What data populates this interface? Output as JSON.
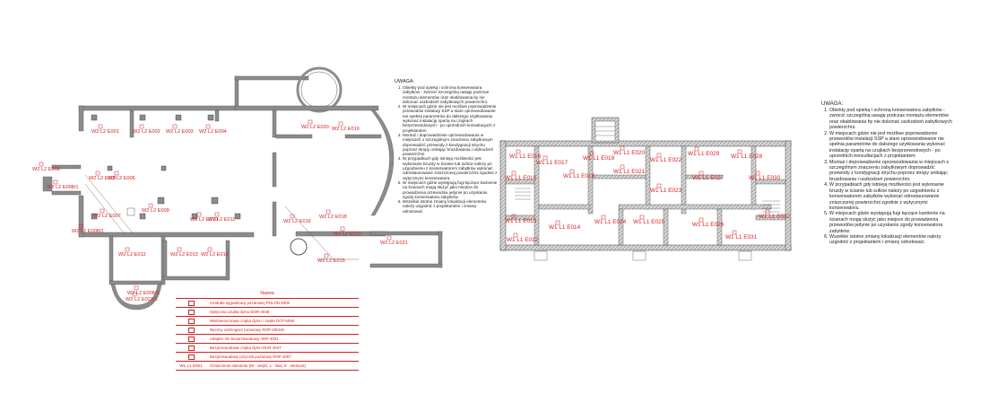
{
  "colors": {
    "wall": "#8c8c8c",
    "hatch": "#6e6e6e",
    "label": "#d42020",
    "line": "#444444"
  },
  "left_plan": {
    "labels": [
      "W2 L2 E001",
      "W2 L2 E002",
      "W2 L2 E003",
      "W2 L2 E004",
      "W2 L2 E020",
      "W2 L2 E019",
      "W2 L2 E005",
      "W2 L2 E006",
      "W2 L2 E007",
      "W2 L2 E008",
      "W2 L2 E009",
      "W2 L2 E010",
      "W2 L2 E011",
      "W2 L2 E016",
      "W2 L2 E018",
      "W2 L2 E017",
      "W2 L2 E012",
      "W2 L2 E013",
      "W2 L2 E014",
      "W2 L2 E015",
      "W2 L2 E021",
      "W2 L2 E008/1",
      "W2 L2 E008/2",
      "W2 L2 E008/3",
      "W2 L2 E021/1"
    ]
  },
  "right_plan": {
    "labels": [
      "W1 L1 E016",
      "W1 L1 E017",
      "W1 L1 E019",
      "W1 L1 E020",
      "W1 L1 E021",
      "W1 L1 E022",
      "W1 L1 E015",
      "W1 L1 E018",
      "W1 L1 E023",
      "W1 L1 E029",
      "W1 L1 E027",
      "W1 L1 E028",
      "W1 L1 E030",
      "W1 L1 E013",
      "W1 L1 E014",
      "W1 L1 E024",
      "W1 L1 E025",
      "W1 L1 E026",
      "W1 L1 E031",
      "W1 L1 E032",
      "W1 L1 E012"
    ]
  },
  "notes_left": {
    "heading": "UWAGA:",
    "items": [
      "Obiekty pod opieką i ochroną konserwatora zabytków - zwrócić szczególną uwagę podczas montażu elementów oraz okablowania by nie dokonać uszkodzeń zabytkowych powierzchni.",
      "W miejscach gdzie nie jest możliwe poprowadzenie przewodów instalacji SSP a stare oprzewodowanie nie spełnia parametrów do dalszego użytkowania wykonać instalację opartą na czujkach bezprzewodowych - po uprzednich konsultacjach z projektantem",
      "Montaż i doprowadzenie oprzewodowania w miejscach o szczególnym znaczeniu zabytkowym doprowadzić przewody z kondygnacji strychu poprzez stropy unikając bruzdowania i uszkodzeń powierzchni.",
      "W przypadkach gdy istnieją możliwości jest wykonanie bruzdy w ścianie lub suficie należy po uzgodnieniu z konserwatorem zabytków wykonać odrestaurowanie zniszczonej powierzchni zgodnie z wytycznymi konserwatora.",
      "W miejscach gdzie występują fugi łączące kamienie na ścianach mogą służyć jako miejsce do prowadzenia przewodów jedynie po uzyskaniu zgody konserwatora zabytków.",
      "Wszelkie istotne zmiany lokalizacji elementów należy uzgodnić z projektantem i zmiany odnotować."
    ]
  },
  "notes_right": {
    "heading": "UWAGA:",
    "items": [
      "Obiekty pod opieką i ochroną konserwatora zabytków - zwrócić szczególną uwagę podczas montażu elementów oraz okablowania by nie dokonać uszkodzeń zabytkowych powierzchni.",
      "W miejscach gdzie nie jest możliwe poprowadzenie przewodów instalacji SSP a stare oprzewodowanie nie spełnia parametrów do dalszego użytkowania wykonać instalację opartą na czujkach bezprzewodowych - po uprzednich konsultacjach z projektantem",
      "Montaż i doprowadzenie oprzewodowania w miejscach o szczególnym znaczeniu zabytkowym doprowadzić przewody z kondygnacji strychu poprzez stropy unikając bruzdowania i uszkodzeń powierzchni.",
      "W przypadkach gdy istnieją możliwości jest wykonanie bruzdy w ścianie lub suficie należy po uzgodnieniu z konserwatorem zabytków wykonać odrestaurowanie zniszczonej powierzchni zgodnie z wytycznymi konserwatora.",
      "W miejscach gdzie występują fugi łączące kamienie na ścianach mogą służyć jako miejsce do prowadzenia przewodów jedynie po uzyskaniu zgody konserwatora zabytków.",
      "Wszelkie istotne zmiany lokalizacji elementów należy uzgodnić z projektantem i zmiany odnotować."
    ]
  },
  "legend": {
    "heading": "Nazwa",
    "rows": [
      {
        "symbol": "box",
        "text": "Centrala sygnalizacji pożarowej POLON 6000"
      },
      {
        "symbol": "box",
        "text": "Optyczna czujka dymu DOR-4046"
      },
      {
        "symbol": "box",
        "text": "Wielosensorowa czujka dymu i ciepła DOT-6046"
      },
      {
        "symbol": "box",
        "text": "Ręczny ostrzegacz pożarowy ROP-4001M"
      },
      {
        "symbol": "box",
        "text": "Adapter i/m bezprzewodowy ADR-4001"
      },
      {
        "symbol": "box",
        "text": "Bezprzewodowa czujka dymu DUR 4047"
      },
      {
        "symbol": "box",
        "text": "Bezprzewodowy przycisk pożarowy ROP 4007"
      },
      {
        "symbol": "W1 L1 E001",
        "text": "Oznaczenie elementu (W - wejść, L - linia, E - element)"
      }
    ]
  }
}
